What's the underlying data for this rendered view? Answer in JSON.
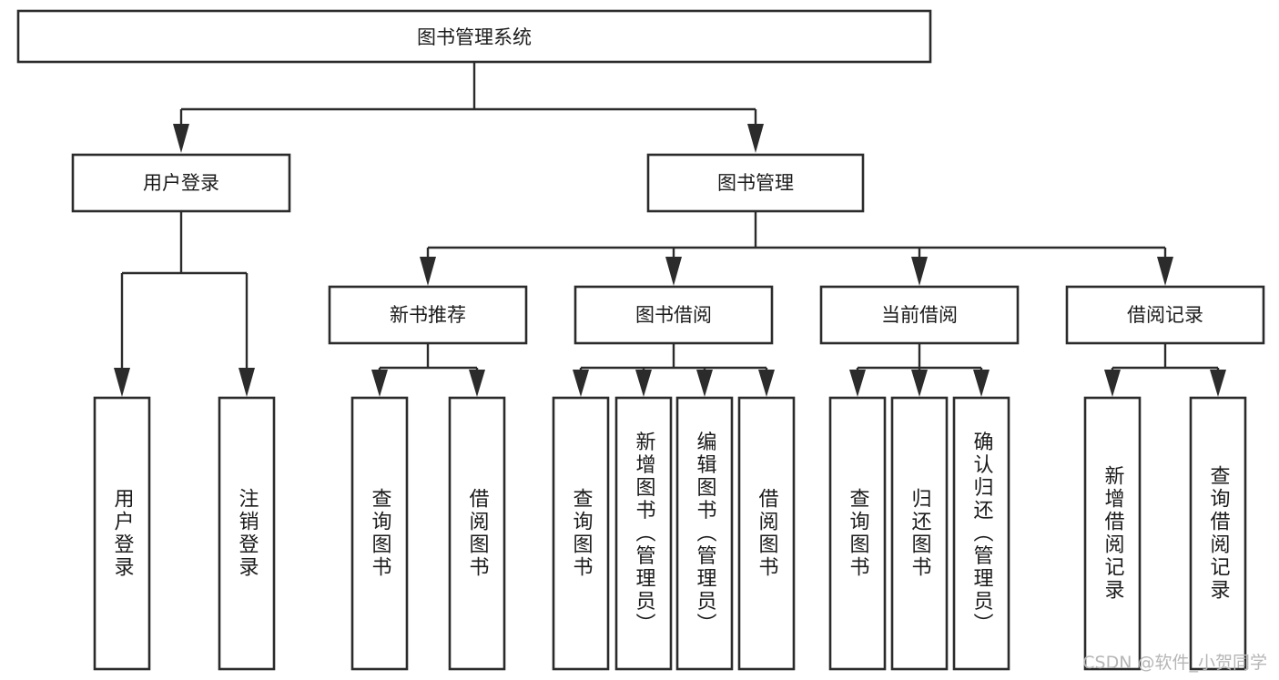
{
  "diagram": {
    "type": "tree",
    "orientation": "top-down",
    "title_node": {
      "id": "root",
      "label": "图书管理系统"
    },
    "level2": [
      {
        "id": "user-login",
        "label": "用户登录"
      },
      {
        "id": "book-management",
        "label": "图书管理"
      }
    ],
    "level3": [
      {
        "id": "new-book-recommend",
        "label": "新书推荐",
        "parent": "book-management"
      },
      {
        "id": "book-borrow",
        "label": "图书借阅",
        "parent": "book-management"
      },
      {
        "id": "current-borrow",
        "label": "当前借阅",
        "parent": "book-management"
      },
      {
        "id": "borrow-record",
        "label": "借阅记录",
        "parent": "book-management"
      }
    ],
    "leaves": {
      "user-login": [
        {
          "id": "leaf-user-login",
          "label": "用户登录"
        },
        {
          "id": "leaf-user-logout",
          "label": "注销登录"
        }
      ],
      "new-book-recommend": [
        {
          "id": "leaf-query-book-1",
          "label": "查询图书"
        },
        {
          "id": "leaf-borrow-book-1",
          "label": "借阅图书"
        }
      ],
      "book-borrow": [
        {
          "id": "leaf-query-book-2",
          "label": "查询图书"
        },
        {
          "id": "leaf-add-book",
          "label": "新增图书（管理员）"
        },
        {
          "id": "leaf-edit-book",
          "label": "编辑图书（管理员）"
        },
        {
          "id": "leaf-borrow-book-2",
          "label": "借阅图书"
        }
      ],
      "current-borrow": [
        {
          "id": "leaf-query-book-3",
          "label": "查询图书"
        },
        {
          "id": "leaf-return-book",
          "label": "归还图书"
        },
        {
          "id": "leaf-confirm-return",
          "label": "确认归还（管理员）"
        }
      ],
      "borrow-record": [
        {
          "id": "leaf-add-record",
          "label": "新增借阅记录"
        },
        {
          "id": "leaf-query-record",
          "label": "查询借阅记录"
        }
      ]
    },
    "colors": {
      "box_stroke": "#2b2b2b",
      "box_fill": "#ffffff",
      "connector": "#2b2b2b",
      "text": "#1b1b1b",
      "watermark": "#b6b6b6",
      "background": "#ffffff"
    }
  },
  "watermark": {
    "label": "CSDN @软件_小贺同学"
  }
}
